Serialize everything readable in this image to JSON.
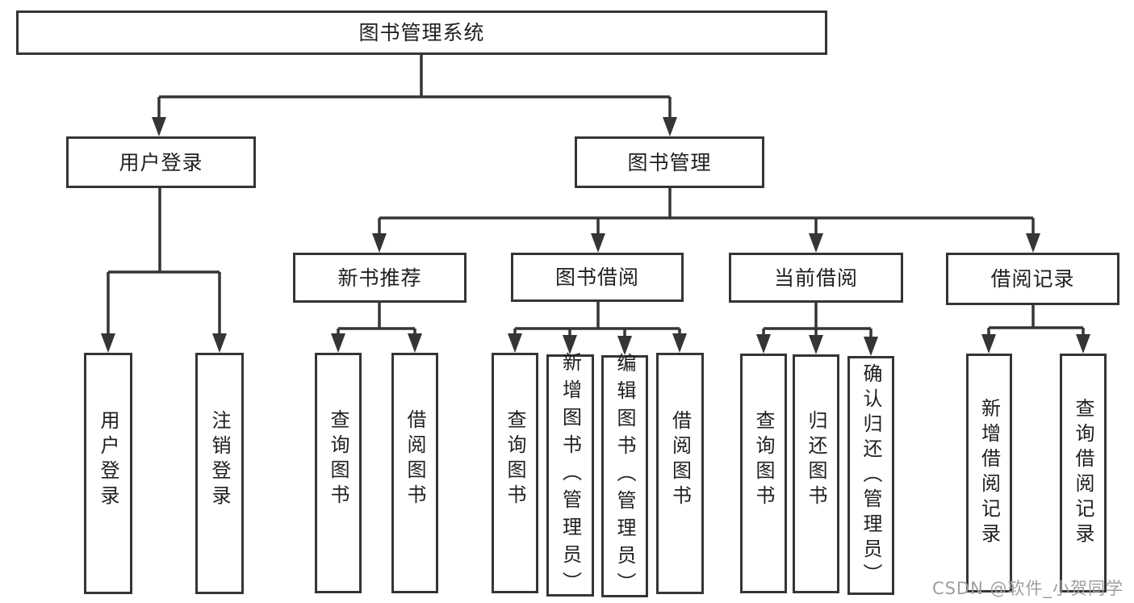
{
  "diagram": {
    "root": {
      "label": "图书管理系统"
    },
    "branches": [
      {
        "label": "用户登录",
        "children": [
          {
            "label": "用户登录"
          },
          {
            "label": "注销登录"
          }
        ]
      },
      {
        "label": "图书管理",
        "children": [
          {
            "label": "新书推荐",
            "children": [
              {
                "label": "查询图书"
              },
              {
                "label": "借阅图书"
              }
            ]
          },
          {
            "label": "图书借阅",
            "children": [
              {
                "label": "查询图书"
              },
              {
                "label": "新增图书（管理员）"
              },
              {
                "label": "编辑图书（管理员）"
              },
              {
                "label": "借阅图书"
              }
            ]
          },
          {
            "label": "当前借阅",
            "children": [
              {
                "label": "查询图书"
              },
              {
                "label": "归还图书"
              },
              {
                "label": "确认归还（管理员）"
              }
            ]
          },
          {
            "label": "借阅记录",
            "children": [
              {
                "label": "新增借阅记录"
              },
              {
                "label": "查询借阅记录"
              }
            ]
          }
        ]
      }
    ]
  },
  "watermark": "CSDN @软件_小贺同学",
  "colors": {
    "line": "#353535",
    "box_border": "#353535",
    "box_fill": "#ffffff",
    "text": "#1f1f1f",
    "background": "#ffffff",
    "watermark": "#9e9e9e"
  }
}
